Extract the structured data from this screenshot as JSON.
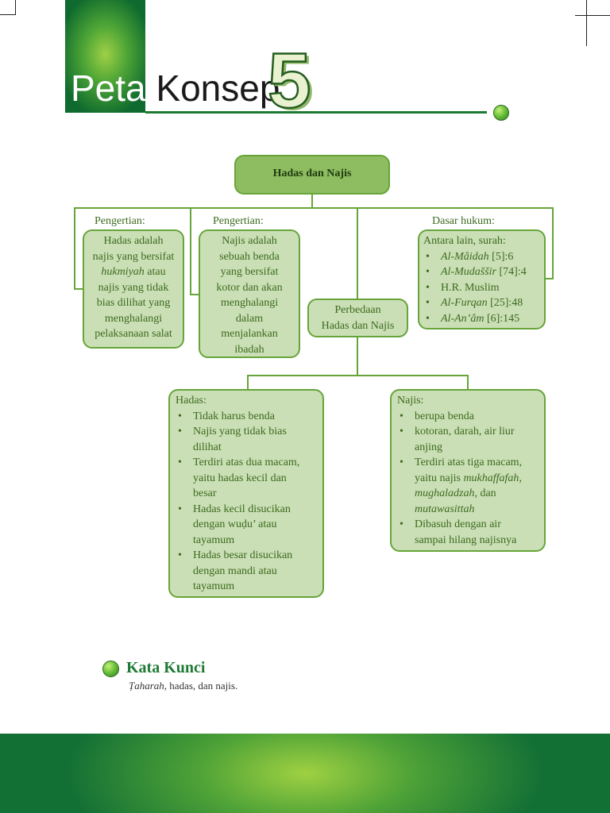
{
  "header": {
    "title_word1": "Peta",
    "title_word2": "Konsep",
    "chapter_number": "5"
  },
  "concept_map": {
    "root": "Hadas dan Najis",
    "branch_labels": {
      "pengertian_hadas": "Pengertian:",
      "pengertian_najis": "Pengertian:",
      "dasar_hukum": "Dasar hukum:"
    },
    "hadas_definition": {
      "lines": [
        "Hadas adalah",
        "najis yang bersifat"
      ],
      "italic": "hukmiyah",
      "after_italic": " atau",
      "lines_after": [
        "najis yang tidak",
        "bias dilihat yang",
        "menghalangi",
        "pelaksanaan salat"
      ]
    },
    "najis_definition": {
      "lines": [
        "Najis adalah",
        "sebuah benda",
        "yang bersifat",
        "kotor dan akan",
        "menghalangi",
        "dalam",
        "menjalankan",
        "ibadah"
      ]
    },
    "dasar_hukum": {
      "intro": "Antara lain, surah:",
      "items": [
        {
          "name": "Al-Mâidah",
          "ref": " [5]:6"
        },
        {
          "name": "Al-Mudaššir",
          "ref": " [74]:4"
        },
        {
          "name": "H.R. Muslim",
          "ref": ""
        },
        {
          "name": "Al-Furqan",
          "ref": " [25]:48"
        },
        {
          "name": "Al-An’âm",
          "ref": " [6]:145"
        }
      ]
    },
    "perbedaan": {
      "line1": "Perbedaan",
      "line2": "Hadas dan Najis"
    },
    "hadas_box": {
      "heading": "Hadas:",
      "items": [
        {
          "lines": [
            "Tidak harus benda"
          ]
        },
        {
          "lines": [
            "Najis yang tidak bias",
            "dilihat"
          ]
        },
        {
          "lines": [
            "Terdiri atas dua macam,",
            "yaitu hadas kecil dan",
            "besar"
          ]
        },
        {
          "lines": [
            "Hadas kecil disucikan",
            "dengan wuḍu’ atau",
            "tayamum"
          ]
        },
        {
          "lines": [
            "Hadas besar disucikan",
            "dengan mandi atau",
            "tayamum"
          ]
        }
      ]
    },
    "najis_box": {
      "heading": "Najis:",
      "item1": "berupa benda",
      "item2_lines": [
        "kotoran, darah, air liur",
        "anjing"
      ],
      "item3": {
        "line1": "Terdiri atas tiga macam,",
        "line2_text": "yaitu najis ",
        "line2_italic": "mukhaffafah",
        "line2_end": ",",
        "line3_italic": "mughaladzah",
        "line3_end": ", dan",
        "line4_italic": "mutawasittah"
      },
      "item4_lines": [
        "Dibasuh dengan air",
        "sampai hilang najisnya"
      ]
    }
  },
  "kata_kunci": {
    "title": "Kata Kunci",
    "term_italic": "Ṭaharah,",
    "rest": " hadas, dan najis."
  }
}
